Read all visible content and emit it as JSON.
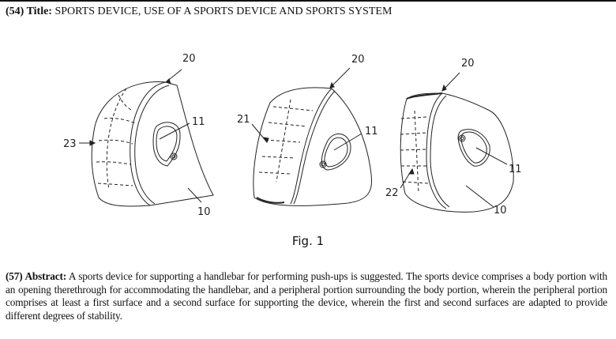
{
  "header": {
    "title_code": "(54) Title:",
    "title_text": "SPORTS DEVICE, USE OF A SPORTS DEVICE AND SPORTS SYSTEM"
  },
  "figure": {
    "caption": "Fig. 1",
    "views": [
      {
        "labels": [
          "20",
          "11",
          "23",
          "10"
        ]
      },
      {
        "labels": [
          "20",
          "21",
          "11"
        ]
      },
      {
        "labels": [
          "20",
          "11",
          "22",
          "10"
        ]
      }
    ]
  },
  "abstract": {
    "code": "(57) Abstract:",
    "text": "A sports device for supporting a handlebar for performing push-ups is suggested. The sports device comprises a body portion with an opening therethrough for accommodating the handlebar, and a peripheral portion surrounding the body portion, wherein the peripheral portion comprises at least a first surface and a second surface for supporting the device, wherein the first and second surfaces are adapted to provide different degrees of stability."
  }
}
